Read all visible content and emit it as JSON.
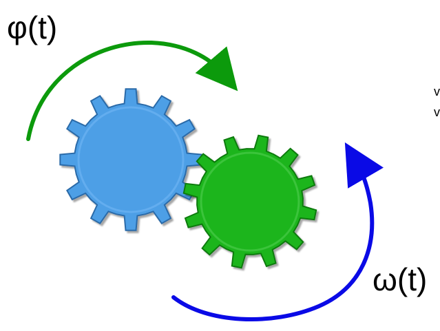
{
  "labels": {
    "phi": "φ(t)",
    "omega": "ω(t)",
    "edge_glyph_top": "v",
    "edge_glyph_bottom": "v"
  },
  "gears": [
    {
      "name": "blue-gear",
      "color": "#4d9fe6",
      "highlight": "#8cc8ff",
      "shadow": "#2b6aa8",
      "teeth": 12
    },
    {
      "name": "green-gear",
      "color": "#1fb51f",
      "highlight": "#6ee06e",
      "shadow": "#0c7a0c",
      "teeth": 12
    }
  ],
  "arrows": {
    "phi_color": "#0c9a0c",
    "omega_color": "#0a0ae6"
  }
}
